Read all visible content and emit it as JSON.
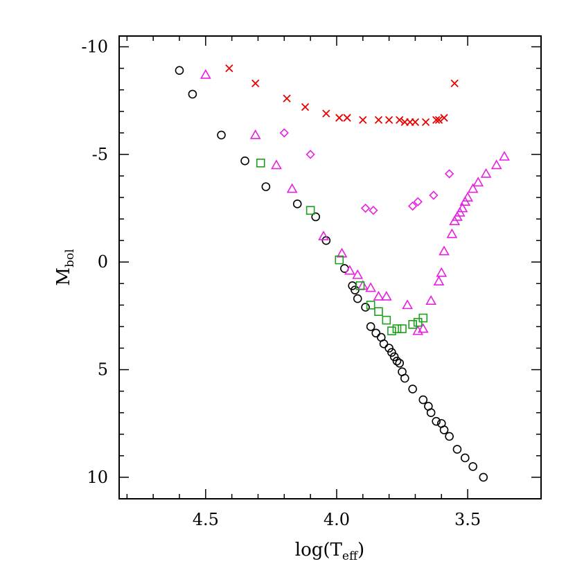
{
  "chart_data": {
    "type": "scatter",
    "xlabel_main": "log(T",
    "xlabel_sub": "eff",
    "xlabel_close": ")",
    "ylabel_main": "M",
    "ylabel_sub": "bol",
    "xlim": [
      4.83,
      3.22
    ],
    "ylim": [
      -10.5,
      11.0
    ],
    "xticks": [
      4.5,
      4.0,
      3.5
    ],
    "xtick_labels": [
      "4.5",
      "4.0",
      "3.5"
    ],
    "yticks": [
      -10,
      -5,
      0,
      5,
      10
    ],
    "ytick_labels": [
      "-10",
      "-5",
      "0",
      "5",
      "10"
    ],
    "grid": false,
    "series": [
      {
        "marker": "circle",
        "color": "#000000",
        "points": [
          [
            4.6,
            -8.9
          ],
          [
            4.55,
            -7.8
          ],
          [
            4.44,
            -5.9
          ],
          [
            4.35,
            -4.7
          ],
          [
            4.27,
            -3.5
          ],
          [
            4.15,
            -2.7
          ],
          [
            4.08,
            -2.1
          ],
          [
            4.04,
            -1.0
          ],
          [
            3.97,
            0.3
          ],
          [
            3.94,
            1.1
          ],
          [
            3.93,
            1.3
          ],
          [
            3.92,
            1.7
          ],
          [
            3.89,
            2.1
          ],
          [
            3.87,
            3.0
          ],
          [
            3.85,
            3.3
          ],
          [
            3.83,
            3.5
          ],
          [
            3.82,
            3.8
          ],
          [
            3.8,
            4.0
          ],
          [
            3.79,
            4.2
          ],
          [
            3.78,
            4.4
          ],
          [
            3.77,
            4.6
          ],
          [
            3.76,
            4.7
          ],
          [
            3.75,
            5.1
          ],
          [
            3.74,
            5.4
          ],
          [
            3.71,
            5.9
          ],
          [
            3.67,
            6.4
          ],
          [
            3.65,
            6.7
          ],
          [
            3.64,
            7.0
          ],
          [
            3.62,
            7.4
          ],
          [
            3.6,
            7.5
          ],
          [
            3.59,
            7.8
          ],
          [
            3.57,
            8.1
          ],
          [
            3.54,
            8.7
          ],
          [
            3.51,
            9.1
          ],
          [
            3.48,
            9.5
          ],
          [
            3.44,
            10.0
          ]
        ]
      },
      {
        "marker": "triangle",
        "color": "#e81ee0",
        "points": [
          [
            4.5,
            -8.7
          ],
          [
            4.31,
            -5.9
          ],
          [
            4.23,
            -4.5
          ],
          [
            4.17,
            -3.4
          ],
          [
            4.05,
            -1.2
          ],
          [
            3.98,
            -0.4
          ],
          [
            3.95,
            0.4
          ],
          [
            3.92,
            0.6
          ],
          [
            3.9,
            1.1
          ],
          [
            3.87,
            1.2
          ],
          [
            3.84,
            1.6
          ],
          [
            3.81,
            1.6
          ],
          [
            3.73,
            2.0
          ],
          [
            3.69,
            3.2
          ],
          [
            3.67,
            3.1
          ],
          [
            3.64,
            1.8
          ],
          [
            3.61,
            0.9
          ],
          [
            3.6,
            0.5
          ],
          [
            3.59,
            -0.5
          ],
          [
            3.56,
            -1.3
          ],
          [
            3.55,
            -1.9
          ],
          [
            3.54,
            -2.1
          ],
          [
            3.53,
            -2.3
          ],
          [
            3.52,
            -2.5
          ],
          [
            3.51,
            -2.8
          ],
          [
            3.5,
            -3.0
          ],
          [
            3.48,
            -3.4
          ],
          [
            3.46,
            -3.7
          ],
          [
            3.43,
            -4.1
          ],
          [
            3.39,
            -4.5
          ],
          [
            3.36,
            -4.9
          ]
        ]
      },
      {
        "marker": "square",
        "color": "#1aa01a",
        "points": [
          [
            4.29,
            -4.6
          ],
          [
            4.1,
            -2.4
          ],
          [
            3.99,
            -0.1
          ],
          [
            3.91,
            1.1
          ],
          [
            3.87,
            2.0
          ],
          [
            3.84,
            2.3
          ],
          [
            3.81,
            2.7
          ],
          [
            3.79,
            3.2
          ],
          [
            3.77,
            3.1
          ],
          [
            3.75,
            3.1
          ],
          [
            3.71,
            2.9
          ],
          [
            3.69,
            2.8
          ],
          [
            3.67,
            2.6
          ]
        ]
      },
      {
        "marker": "diamond",
        "color": "#e81ee0",
        "points": [
          [
            4.2,
            -6.0
          ],
          [
            4.1,
            -5.0
          ],
          [
            3.89,
            -2.5
          ],
          [
            3.86,
            -2.4
          ],
          [
            3.71,
            -2.6
          ],
          [
            3.69,
            -2.8
          ],
          [
            3.63,
            -3.1
          ],
          [
            3.57,
            -4.1
          ]
        ]
      },
      {
        "marker": "x",
        "color": "#e80000",
        "points": [
          [
            4.41,
            -9.0
          ],
          [
            4.31,
            -8.3
          ],
          [
            4.19,
            -7.6
          ],
          [
            4.12,
            -7.2
          ],
          [
            4.04,
            -6.9
          ],
          [
            3.99,
            -6.7
          ],
          [
            3.96,
            -6.7
          ],
          [
            3.9,
            -6.6
          ],
          [
            3.84,
            -6.6
          ],
          [
            3.8,
            -6.6
          ],
          [
            3.76,
            -6.6
          ],
          [
            3.74,
            -6.5
          ],
          [
            3.72,
            -6.5
          ],
          [
            3.7,
            -6.5
          ],
          [
            3.66,
            -6.5
          ],
          [
            3.62,
            -6.6
          ],
          [
            3.61,
            -6.6
          ],
          [
            3.59,
            -6.7
          ],
          [
            3.55,
            -8.3
          ]
        ]
      }
    ]
  }
}
